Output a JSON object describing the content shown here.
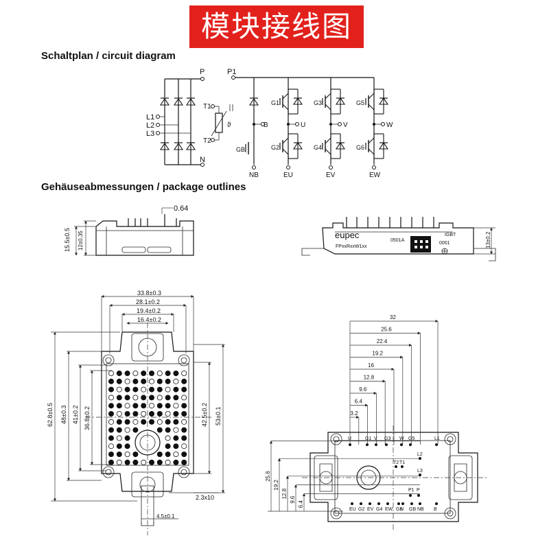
{
  "banner": {
    "title": "模块接线图",
    "color": "#e2211c"
  },
  "headings": {
    "circuit": "Schaltplan / circuit diagram",
    "package": "Gehäuseabmessungen / package outlines"
  },
  "circuit": {
    "rectifier_inputs": [
      "L1",
      "L2",
      "L3"
    ],
    "rails": {
      "pos": "P",
      "neg": "N",
      "pos1": "P1"
    },
    "ntc": {
      "t1": "T1",
      "t2": "T2",
      "symbol": "ϑ"
    },
    "brake": {
      "b": "B",
      "gate": "GB",
      "emitter": "NB"
    },
    "inverter": [
      {
        "high_gate": "G1",
        "low_gate": "G2",
        "output": "U",
        "emitter": "EU"
      },
      {
        "high_gate": "G3",
        "low_gate": "G4",
        "output": "V",
        "emitter": "EV"
      },
      {
        "high_gate": "G5",
        "low_gate": "G6",
        "output": "W",
        "emitter": "EW"
      }
    ]
  },
  "side_views": {
    "left_height": "15.5±0.5",
    "left_height_inner": "12±0.35",
    "pin_thickness": "0.64",
    "brand": "eupec",
    "part_code": "FPxxRxxW1xx",
    "batch": "0501A",
    "type_mark": "IGBT",
    "serial": "0001",
    "right_height": "13±0.2"
  },
  "top_view": {
    "w_outer": "33.8±0.3",
    "w_mid": "28.1±0.2",
    "w_inner": "19.4±0.2",
    "w_slot": "16.4±0.2",
    "h_outer": "62.8±0.5",
    "h_mid": "48±0.3",
    "h_inner": "41±0.2",
    "h_grid": "36.8±0.2",
    "h_right_inner": "42.5±0.2",
    "h_right_outer": "53±0.1",
    "hole_pattern": "2.3x10",
    "tab_width": "4.5±0.1"
  },
  "pin_layout": {
    "x_dims": [
      "32",
      "25.6",
      "22.4",
      "19.2",
      "16",
      "12.8",
      "9.6",
      "6.4",
      "3.2"
    ],
    "y_dims": [
      "25.6",
      "19.2",
      "12.8",
      "9.6",
      "6.4"
    ],
    "top_pins": [
      "U",
      "G1",
      "V",
      "G3",
      "W",
      "G5",
      "L1"
    ],
    "mid_pins": [
      "L2",
      "T2",
      "T1",
      "L3"
    ],
    "rail_pins": [
      "P1",
      "P"
    ],
    "bottom_pins": [
      "EU",
      "G2",
      "EV",
      "G4",
      "EW",
      "G6",
      "N",
      "GB",
      "NB",
      "B"
    ]
  }
}
